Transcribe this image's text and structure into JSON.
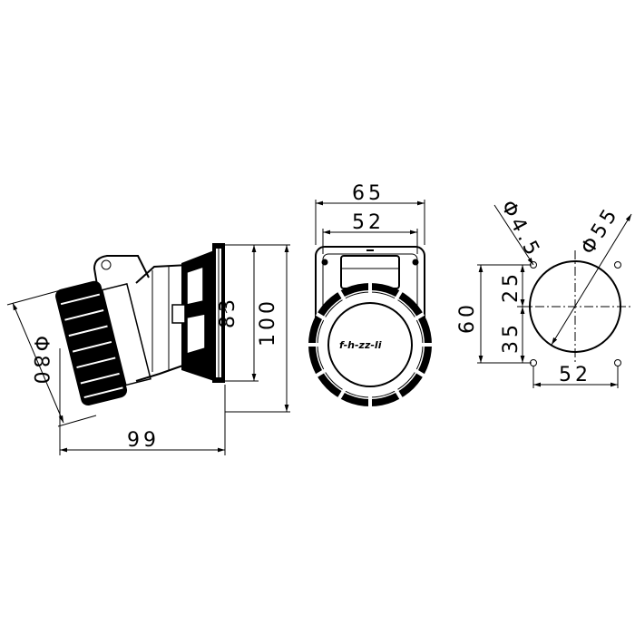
{
  "side_view": {
    "dim_width": "99",
    "dim_diameter": "Φ80",
    "dim_flange_inner": "83",
    "dim_flange_outer": "100"
  },
  "front_view": {
    "dim_outer": "65",
    "dim_inner": "52",
    "logo": "f-h-zz-li"
  },
  "mounting_view": {
    "dim_hole": "Φ4.5",
    "dim_cutout": "Φ55",
    "dim_height": "60",
    "dim_upper": "25",
    "dim_lower": "35",
    "dim_spacing": "52"
  }
}
